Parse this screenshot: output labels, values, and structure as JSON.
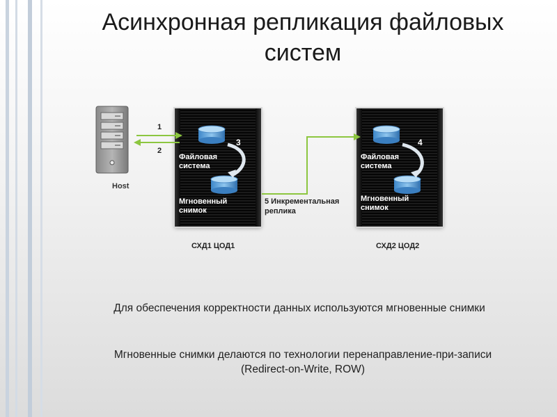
{
  "slide": {
    "title": "Асинхронная репликация файловых систем"
  },
  "diagram": {
    "host_label": "Host",
    "arrow_1": "1",
    "arrow_2": "2",
    "replica_label": "5 Инкрементальная реплика",
    "storage_1": {
      "number": "3",
      "fs_label": "Файловая система",
      "snapshot_label": "Мгновенный снимок",
      "caption": "СХД1 ЦОД1"
    },
    "storage_2": {
      "number": "4",
      "fs_label": "Файловая система",
      "snapshot_label": "Мгновенный снимок",
      "caption": "СХД2 ЦОД2"
    },
    "arrow_color": "#8cc63f"
  },
  "text": {
    "line_1": "Для обеспечения корректности данных используются мгновенные снимки",
    "line_2": "Мгновенные снимки делаются по технологии перенаправление-при-записи (Redirect-on-Write, ROW)"
  }
}
